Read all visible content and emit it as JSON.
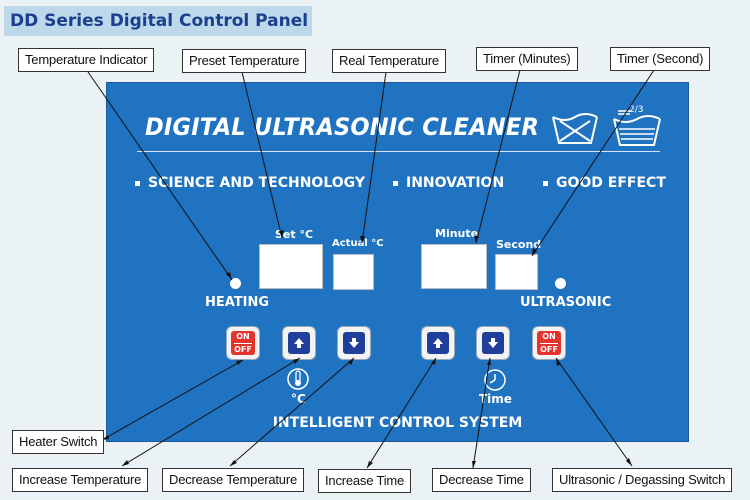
{
  "header": {
    "title": "DD Series Digital Control Panel"
  },
  "callouts": {
    "temperature_indicator": "Temperature Indicator",
    "preset_temperature": "Preset Temperature",
    "real_temperature": "Real Temperature",
    "timer_minutes": "Timer (Minutes)",
    "timer_second": "Timer (Second)",
    "heater_switch": "Heater Switch",
    "increase_temperature": "Increase Temperature",
    "decrease_temperature": "Decrease Temperature",
    "increase_time": "Increase Time",
    "decrease_time": "Decrease Time",
    "ultrasonic_switch": "Ultrasonic / Degassing Switch"
  },
  "panel": {
    "title": "DIGITAL ULTRASONIC CLEANER",
    "slogans": [
      "SCIENCE AND TECHNOLOGY",
      "INNOVATION",
      "GOOD EFFECT"
    ],
    "set_label": "Set °C",
    "actual_label": "Actual °C",
    "minute_label": "Minute",
    "second_label": "Second",
    "heating_label": "HEATING",
    "ultrasonic_label": "ULTRASONIC",
    "temp_unit": "°C",
    "time_label": "Time",
    "footer": "INTELLIGENT CONTROL SYSTEM",
    "on_label": "ON",
    "off_label": "OFF",
    "fill_mark": "2/3"
  },
  "colors": {
    "panel": "#1f73c1",
    "title_bar": "#bcd8ea",
    "button_red": "#e4332d",
    "button_blue": "#1f3f9a"
  },
  "icons": [
    "wash-symbol-icon",
    "wash-level-icon",
    "thermometer-icon",
    "clock-icon",
    "up-arrow-icon",
    "down-arrow-icon"
  ]
}
